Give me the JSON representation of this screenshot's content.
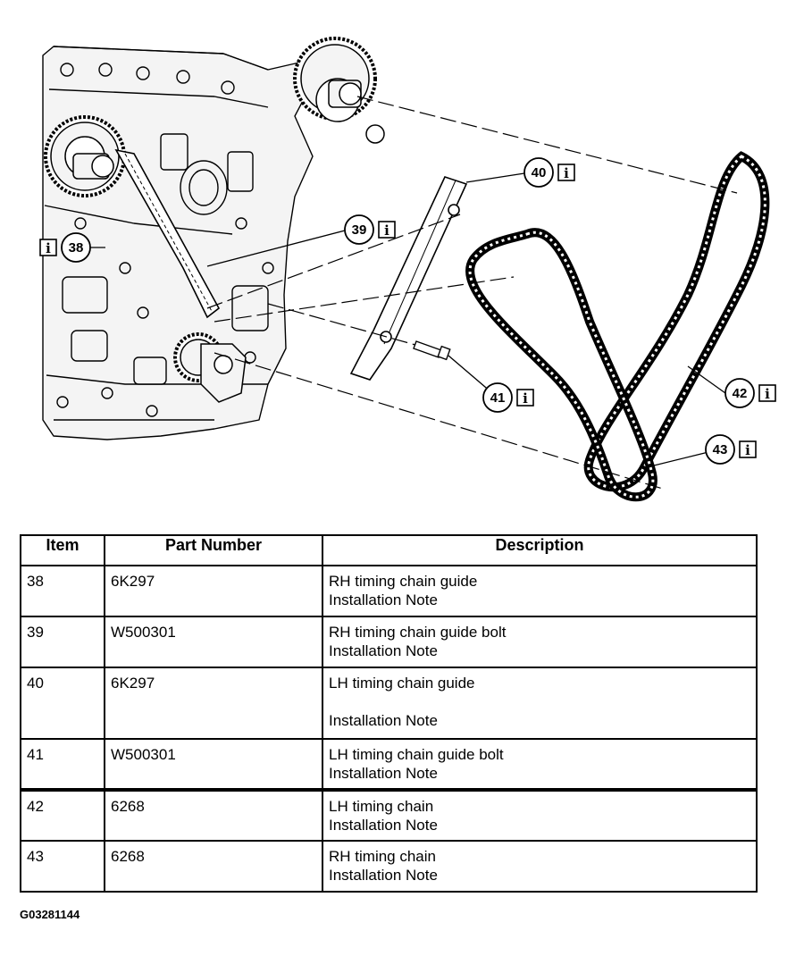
{
  "callouts": [
    {
      "number": "38",
      "info": "i"
    },
    {
      "number": "39",
      "info": "i"
    },
    {
      "number": "40",
      "info": "i"
    },
    {
      "number": "41",
      "info": "i"
    },
    {
      "number": "42",
      "info": "i"
    },
    {
      "number": "43",
      "info": "i"
    }
  ],
  "table": {
    "headers": [
      "Item",
      "Part Number",
      "Description"
    ],
    "rows": [
      {
        "item": "38",
        "part": "6K297",
        "desc": "RH timing chain guide",
        "note": "Installation Note"
      },
      {
        "item": "39",
        "part": "W500301",
        "desc": "RH timing chain guide bolt",
        "note": "Installation Note"
      },
      {
        "item": "40",
        "part": "6K297",
        "desc": "LH timing chain guide",
        "note": "Installation Note"
      },
      {
        "item": "41",
        "part": "W500301",
        "desc": "LH timing chain guide bolt",
        "note": "Installation Note"
      },
      {
        "item": "42",
        "part": "6268",
        "desc": "LH timing chain",
        "note": "Installation Note"
      },
      {
        "item": "43",
        "part": "6268",
        "desc": "RH timing chain",
        "note": "Installation Note"
      }
    ]
  },
  "figure_id": "G03281144",
  "colors": {
    "line": "#000000",
    "background": "#ffffff",
    "engine_shade": "#f2f2f2"
  }
}
